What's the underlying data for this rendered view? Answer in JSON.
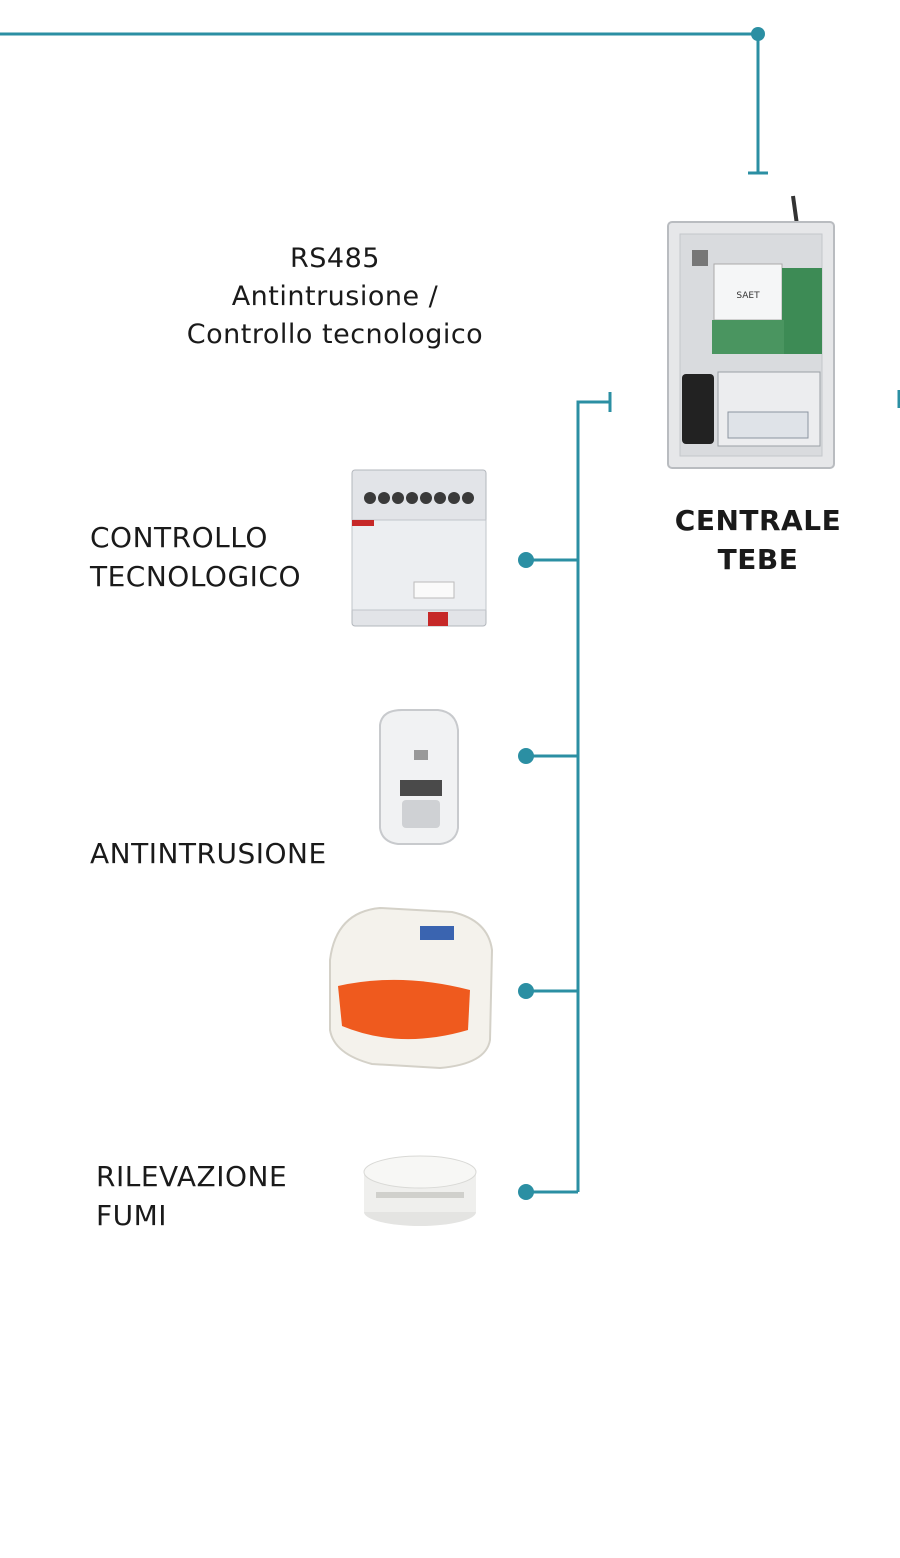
{
  "colors": {
    "line": "#2b8fa3",
    "text": "#1a1a1a",
    "panel": "#e9eaec",
    "siren": "#ef5a1e"
  },
  "bus_label": [
    "RS485",
    "Antintrusione /",
    "Controllo tecnologico"
  ],
  "central_label": [
    "CENTRALE",
    "TEBE"
  ],
  "devices": [
    {
      "label": [
        "CONTROLLO",
        "TECNOLOGICO"
      ],
      "icon": "din-rail-module-icon"
    },
    {
      "label": [
        "ANTINTRUSIONE"
      ],
      "icon": "motion-sensor-icon"
    },
    {
      "label": [],
      "icon": "siren-icon"
    },
    {
      "label": [
        "RILEVAZIONE",
        "FUMI"
      ],
      "icon": "smoke-detector-icon"
    }
  ]
}
